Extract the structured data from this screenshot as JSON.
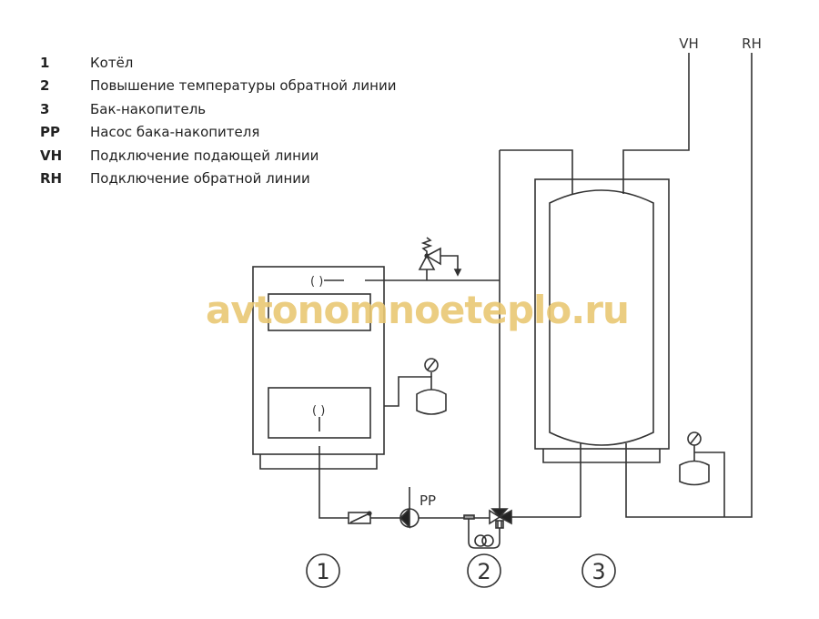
{
  "legend": [
    {
      "key": "1",
      "text": "Котёл"
    },
    {
      "key": "2",
      "text": "Повышение температуры обратной линии"
    },
    {
      "key": "3",
      "text": "Бак-накопитель"
    },
    {
      "key": "PP",
      "text": "Насос бака-накопителя"
    },
    {
      "key": "VH",
      "text": "Подключение подающей линии"
    },
    {
      "key": "RH",
      "text": "Подключение обратной линии"
    }
  ],
  "labels": {
    "vh": "VH",
    "rh": "RH",
    "pp": "PP",
    "n1": "1",
    "n2": "2",
    "n3": "3"
  },
  "watermark": "avtonomnoeteplo.ru",
  "colors": {
    "line": "#333333",
    "watermark": "#e9c874"
  }
}
